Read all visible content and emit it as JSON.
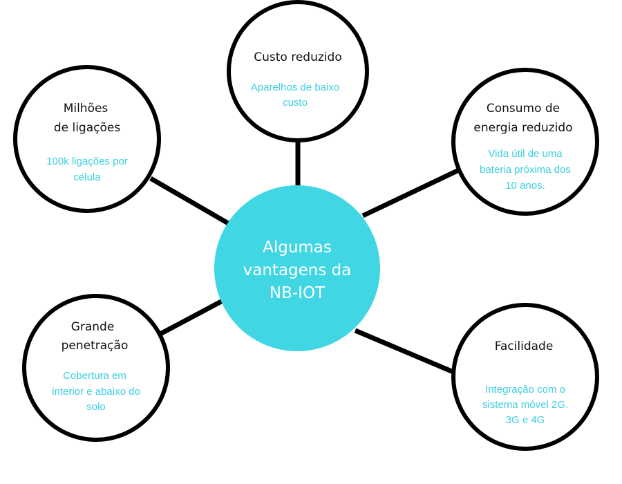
{
  "colors": {
    "center_fill": "#40d6e4",
    "description_text": "#3ccfe0",
    "outline": "#000000"
  },
  "center": {
    "lines": [
      "Algumas",
      "vantagens da",
      "NB-IOT"
    ]
  },
  "nodes": [
    {
      "id": "custo",
      "title": [
        "Custo reduzido"
      ],
      "description": [
        "Aparelhos de baixo",
        "custo"
      ]
    },
    {
      "id": "milhoes",
      "title": [
        "Milhões",
        "de ligações"
      ],
      "description": [
        "100k ligações por",
        "célula"
      ]
    },
    {
      "id": "consumo",
      "title": [
        "Consumo de",
        "energia reduzido"
      ],
      "description": [
        "Vida útil de uma",
        "bateria próxima dos",
        "10 anos."
      ]
    },
    {
      "id": "penetracao",
      "title": [
        "Grande",
        "penetração"
      ],
      "description": [
        "Cobertura em",
        "interior e abaixo do",
        "solo"
      ]
    },
    {
      "id": "facilidade",
      "title": [
        "Facilidade"
      ],
      "description": [
        "Integração com o",
        "sistema móvel 2G.",
        "3G e 4G"
      ]
    }
  ]
}
